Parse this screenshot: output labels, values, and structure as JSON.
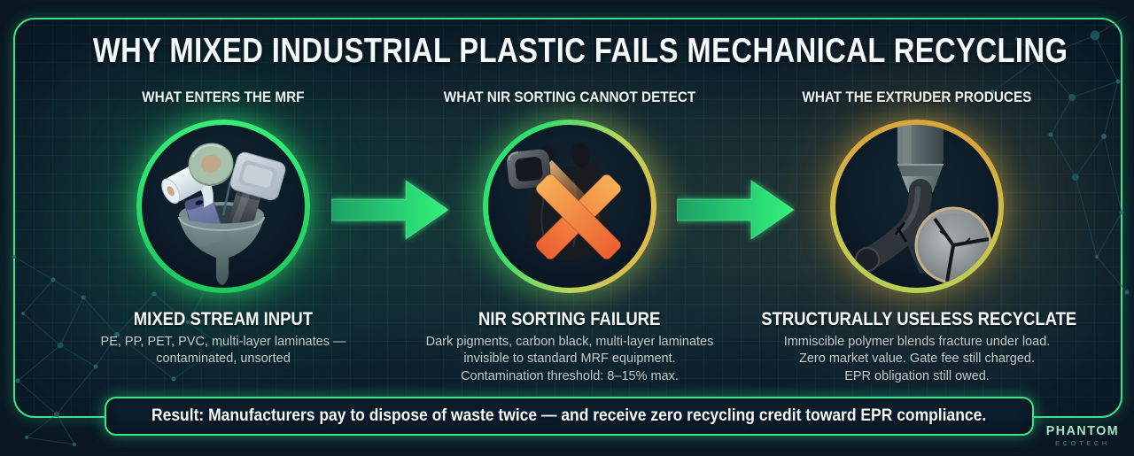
{
  "page": {
    "title": "WHY MIXED INDUSTRIAL PLASTIC FAILS MECHANICAL RECYCLING"
  },
  "columns": [
    {
      "header": "WHAT ENTERS THE MRF",
      "icon": "mixed-plastics-funnel-icon",
      "subtitle": "MIXED STREAM INPUT",
      "body": "PE, PP, PET, PVC, multi-layer laminates —\ncontaminated, unsorted"
    },
    {
      "header": "WHAT NIR SORTING CANNOT DETECT",
      "icon": "nir-scanner-black-bag-x-icon",
      "subtitle": "NIR SORTING FAILURE",
      "body": "Dark pigments, carbon black, multi-layer laminates\ninvisible to standard MRF equipment.\nContamination threshold: 8–15% max."
    },
    {
      "header": "WHAT THE EXTRUDER PRODUCES",
      "icon": "extruder-cracked-strand-icon",
      "subtitle": "STRUCTURALLY USELESS RECYCLATE",
      "body": "Immiscible polymer blends fracture under load.\nZero market value. Gate fee still charged.\nEPR obligation still owed."
    }
  ],
  "result": {
    "text": "Result: Manufacturers pay to dispose of waste twice — and receive zero recycling credit toward EPR compliance."
  },
  "brand": {
    "name": "PHANTOM",
    "tagline": "ECOTECH"
  },
  "colors": {
    "frame_border_green": "#40dd8a",
    "arrow_green": "#2ee873",
    "ring_green": "#2ee46e",
    "ring_amber": "#d9a53d",
    "alert_orange": "#ee6433",
    "background_panel": "#0d2230",
    "background_outer": "#0a1621",
    "text_primary": "#f5f9f9",
    "text_secondary": "#c3d0d0",
    "brand_mint": "#a9e4c5",
    "brand_dark_green": "#2f8f66"
  }
}
